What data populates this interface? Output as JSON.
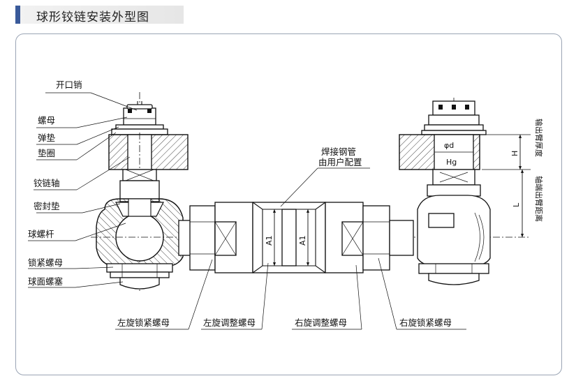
{
  "title": "球形铰链安装外型图",
  "labels": {
    "cotter_pin": "开口销",
    "nut": "螺母",
    "spring_washer": "弹垫",
    "washer": "垫圈",
    "hinge_shaft": "铰链轴",
    "seal_gasket": "密封垫",
    "ball_screw_rod": "球螺杆",
    "lock_nut": "锁紧螺母",
    "ball_plug": "球面螺塞",
    "weld_pipe_line1": "焊接钢管",
    "weld_pipe_line2": "由用户配置",
    "left_lock_nut": "左旋锁紧螺母",
    "left_adjust_nut": "左旋调整螺母",
    "right_adjust_nut": "右旋调整螺母",
    "right_lock_nut": "右旋锁紧螺母",
    "dim_a1_left": "A1",
    "dim_a1_right": "A1",
    "dim_phi_d": "φd",
    "dim_hg": "Hg",
    "dim_h": "H",
    "dim_l": "L",
    "vertical_label_top": "输出臂厚度",
    "vertical_label_bottom": "轴端出臂距离"
  }
}
